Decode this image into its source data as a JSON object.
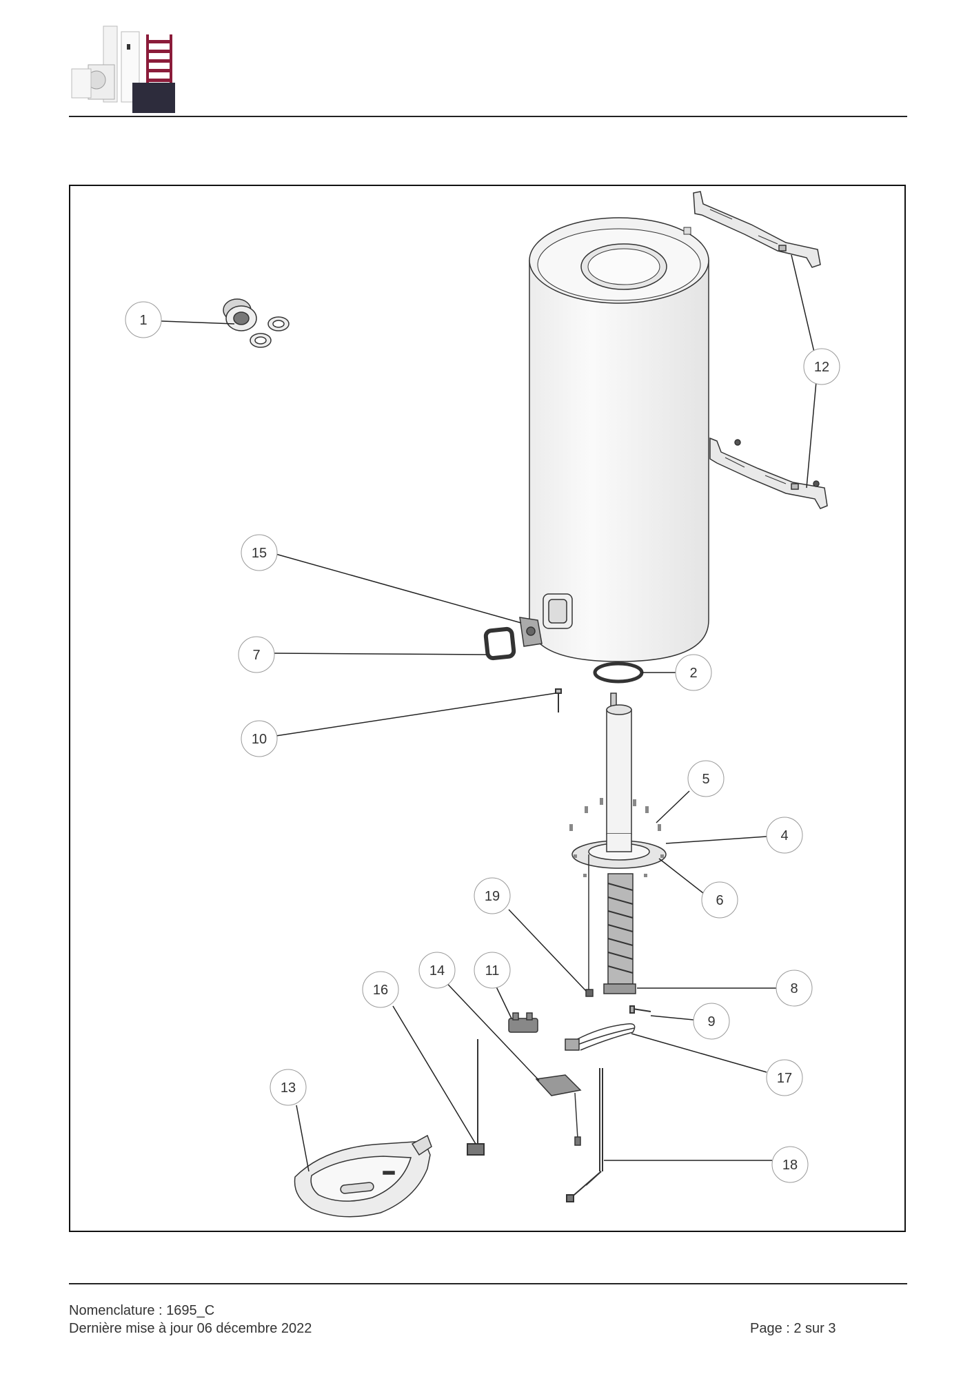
{
  "footer": {
    "reference": "Nomenclature : 1695_C",
    "updated": "Dernière mise à jour 06 décembre 2022",
    "page": "Page : 2 sur 3"
  },
  "diagram": {
    "callouts": [
      "1",
      "2",
      "4",
      "5",
      "6",
      "7",
      "8",
      "9",
      "10",
      "11",
      "12",
      "13",
      "14",
      "15",
      "16",
      "17",
      "18",
      "19"
    ]
  },
  "colors": {
    "logo_towel_rail": "#8b1c3a",
    "logo_panel": "#2d2c3c",
    "line": "#222222"
  }
}
